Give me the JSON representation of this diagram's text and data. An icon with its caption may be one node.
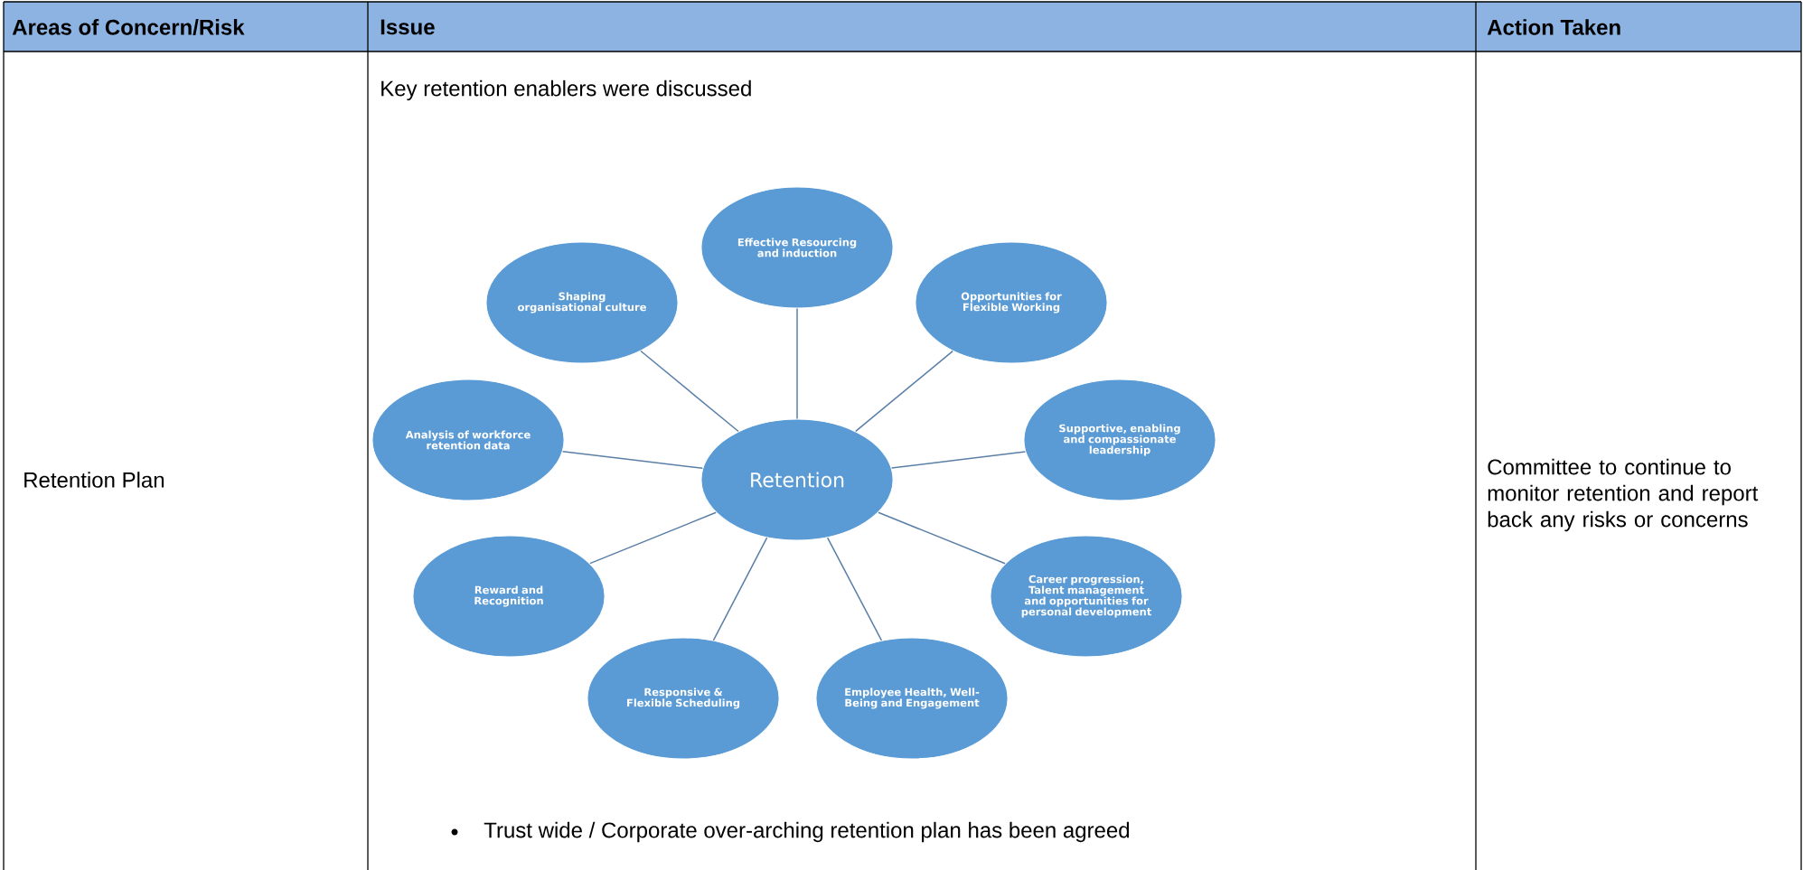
{
  "diagram": {
    "nodes": [
      {
        "text": [
          "Retention"
        ]
      },
      {
        "text": [
          "Effective Resourcing and induction"
        ]
      },
      {
        "text": [
          "Shaping organisational culture"
        ]
      },
      {
        "text": [
          "Opportunities for Flexible Working"
        ]
      },
      {
        "text": [
          "Analysis of workforce retention data"
        ]
      },
      {
        "text": [
          "Supportive, enabling and compassionate leadership"
        ]
      },
      {
        "text": [
          "Reward and Recognition"
        ]
      },
      {
        "text": [
          "Career progression, Talent management and opportunities for personal development"
        ]
      },
      {
        "text": [
          "Responsive & Flexible Scheduling"
        ]
      },
      {
        "text": [
          "Employee Health, Well-Being and Engagement"
        ]
      }
    ],
    "edges": [
      {
        "from": 0,
        "to": 1,
        "arrow": "none"
      },
      {
        "from": 0,
        "to": 2,
        "arrow": "none"
      },
      {
        "from": 0,
        "to": 3,
        "arrow": "none"
      },
      {
        "from": 0,
        "to": 4,
        "arrow": "none"
      },
      {
        "from": 0,
        "to": 5,
        "arrow": "none"
      },
      {
        "from": 0,
        "to": 6,
        "arrow": "none"
      },
      {
        "from": 0,
        "to": 7,
        "arrow": "none"
      },
      {
        "from": 0,
        "to": 8,
        "arrow": "none"
      },
      {
        "from": 0,
        "to": 9,
        "arrow": "none"
      }
    ],
    "labels": [
      "Areas of Concern/Risk",
      "Issue",
      "Action Taken",
      "Retention Plan",
      "Key retention enablers were discussed",
      "Trust wide / Corporate over-arching retention plan has been agreed",
      "Committee to continue to monitor retention and report back any risks or concerns"
    ]
  }
}
